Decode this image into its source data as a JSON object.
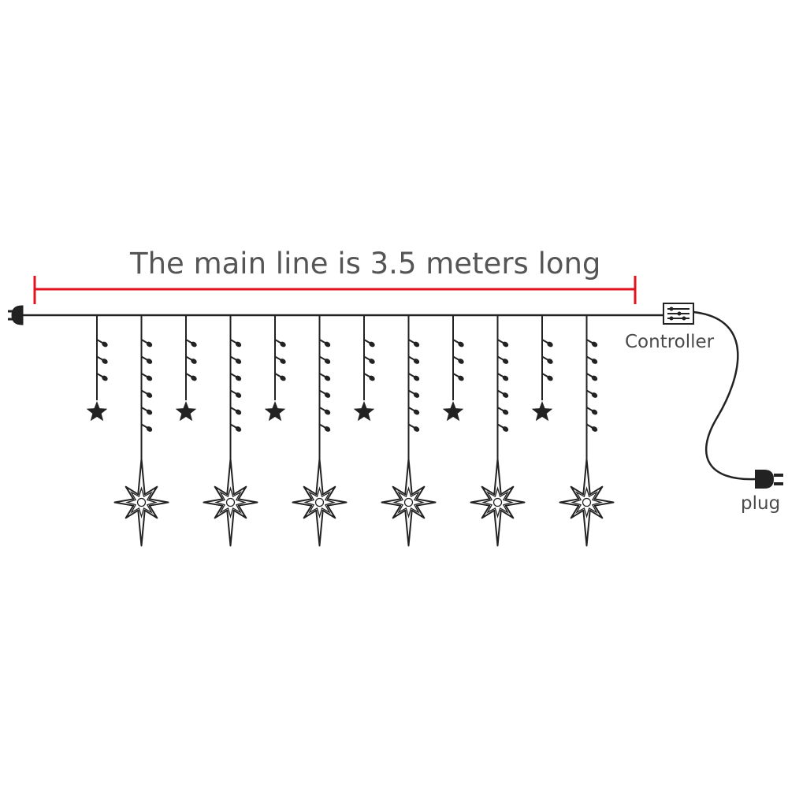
{
  "measurement": {
    "text": "The main line is 3.5 meters long",
    "color": "#e0141e"
  },
  "controller": {
    "label": "Controller",
    "icon": "controller-box-icon"
  },
  "plug": {
    "label": "plug",
    "icon": "power-plug-icon"
  },
  "strands": {
    "count": 12,
    "pattern": [
      {
        "type": "short",
        "bulbs": 3,
        "end": "small-star-icon"
      },
      {
        "type": "long",
        "bulbs": 6,
        "end": "eight-point-star-icon"
      }
    ]
  },
  "colors": {
    "line": "#222222",
    "star_fill": "#ffffff"
  }
}
